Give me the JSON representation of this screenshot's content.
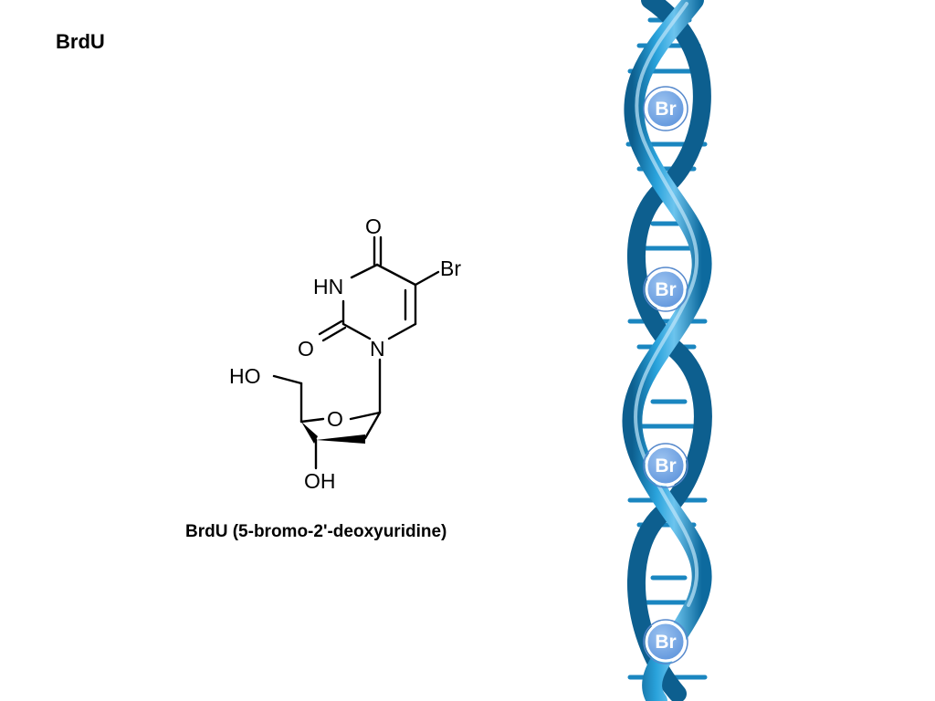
{
  "slide": {
    "title": "BrdU"
  },
  "molecule": {
    "caption": "BrdU (5-bromo-2'-deoxyuridine)",
    "atoms": {
      "o_top": "O",
      "br": "Br",
      "hn": "HN",
      "o_left": "O",
      "n": "N",
      "ho": "HO",
      "o_ring": "O",
      "oh": "OH"
    }
  },
  "helix": {
    "base_labels": [
      "Br",
      "Br",
      "Br",
      "Br"
    ],
    "colors": {
      "strand": "#1f8fc8",
      "strand_dark": "#0d5f8f",
      "strand_light": "#6cc4ee",
      "badge": "#6fa3e0",
      "badge_ring": "#5588cc"
    }
  }
}
